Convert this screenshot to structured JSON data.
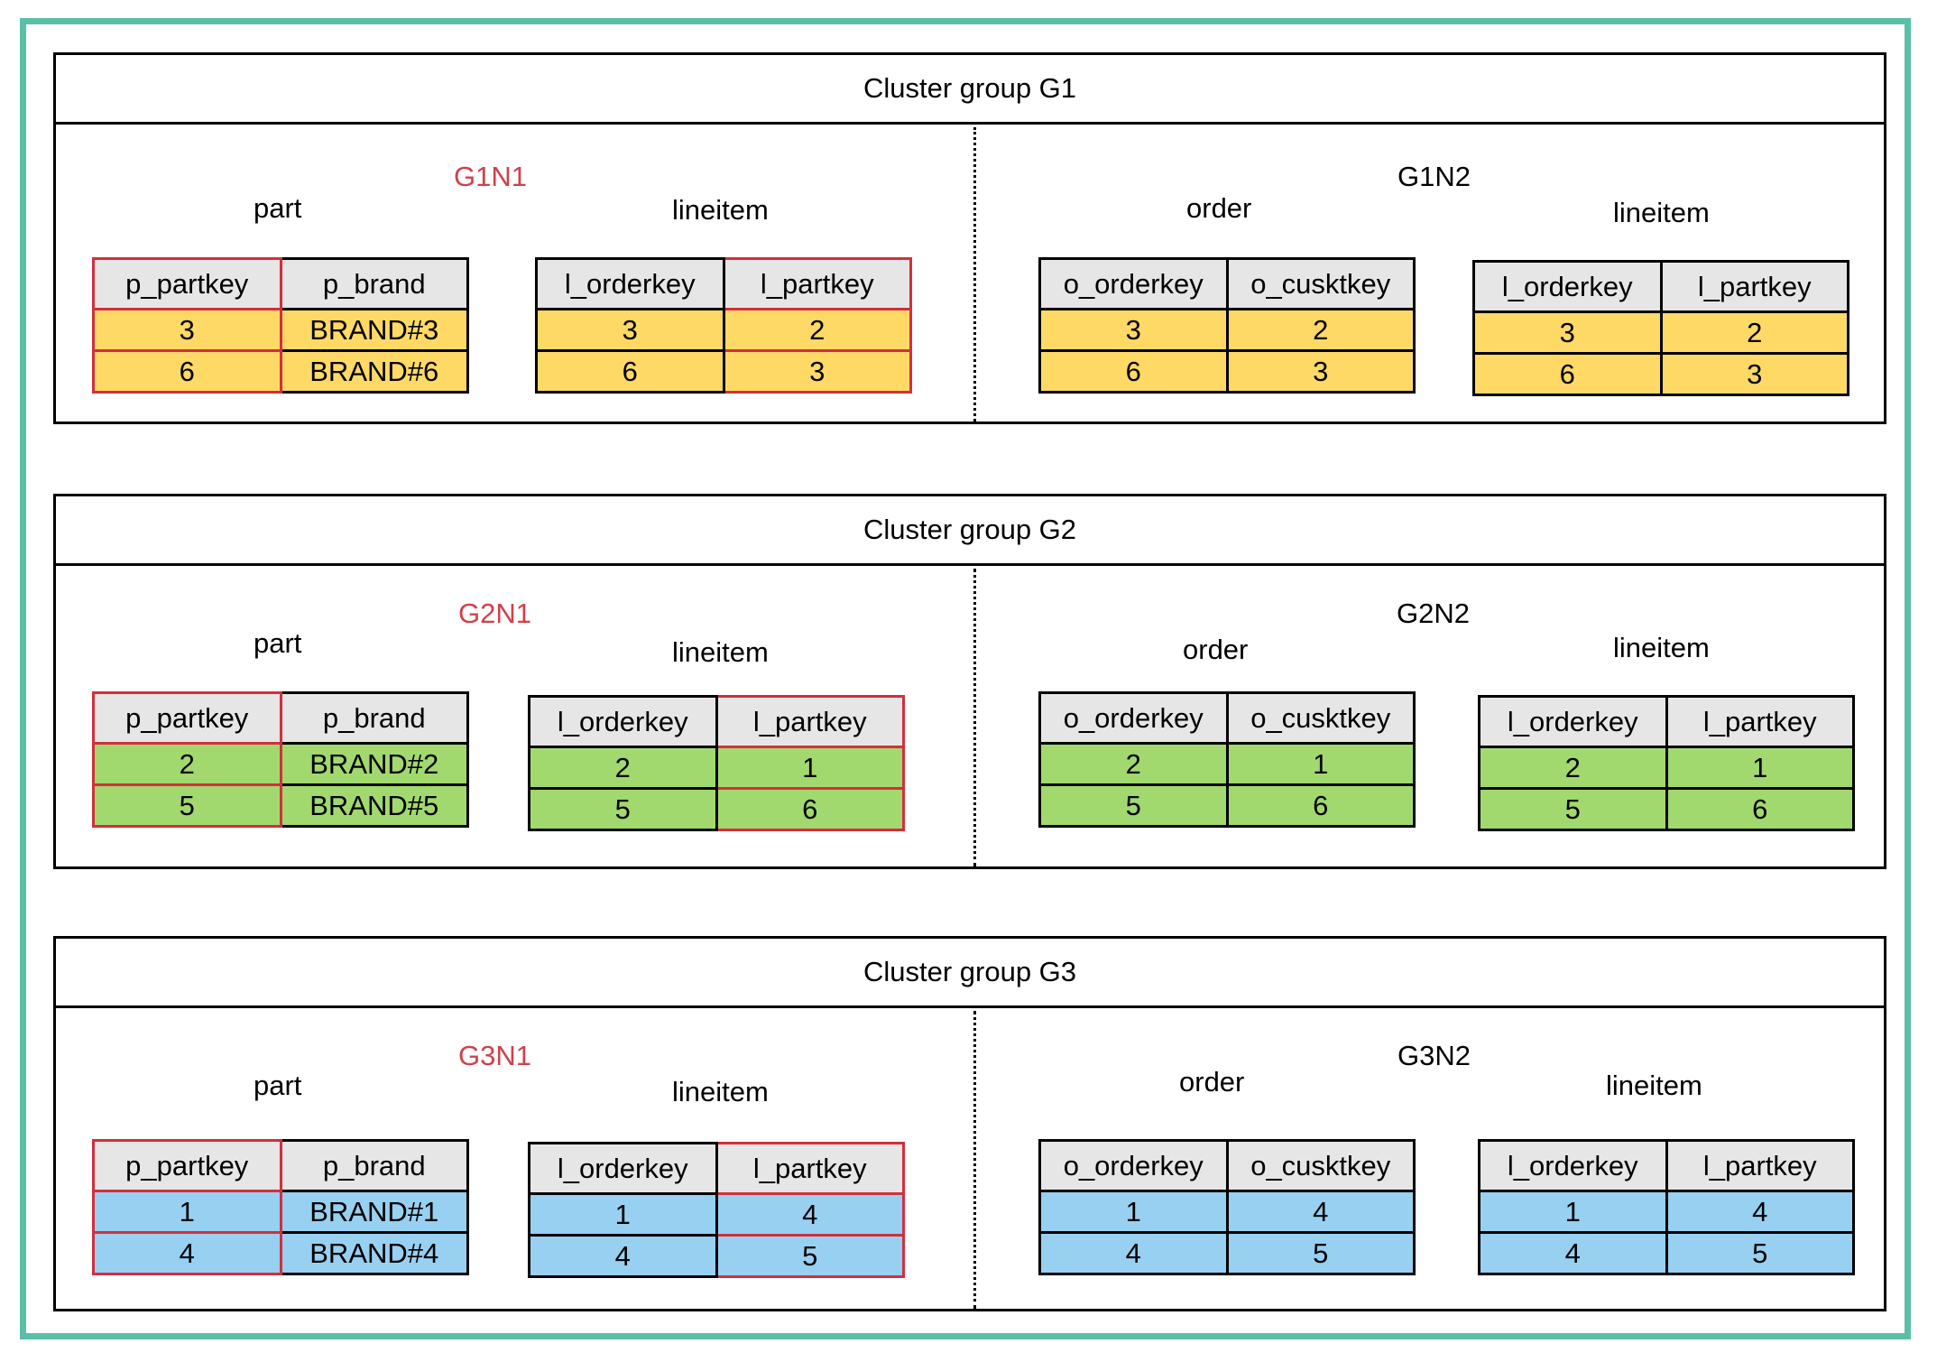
{
  "groups": [
    {
      "title": "Cluster group G1",
      "node1": {
        "name": "G1N1",
        "part": {
          "title": "part",
          "headers": [
            "p_partkey",
            "p_brand"
          ],
          "rows": [
            [
              "3",
              "BRAND#3"
            ],
            [
              "6",
              "BRAND#6"
            ]
          ]
        },
        "lineitem": {
          "title": "lineitem",
          "headers": [
            "l_orderkey",
            "l_partkey"
          ],
          "rows": [
            [
              "3",
              "2"
            ],
            [
              "6",
              "3"
            ]
          ]
        }
      },
      "node2": {
        "name": "G1N2",
        "order": {
          "title": "order",
          "headers": [
            "o_orderkey",
            "o_cusktkey"
          ],
          "rows": [
            [
              "3",
              "2"
            ],
            [
              "6",
              "3"
            ]
          ]
        },
        "lineitem": {
          "title": "lineitem",
          "headers": [
            "l_orderkey",
            "l_partkey"
          ],
          "rows": [
            [
              "3",
              "2"
            ],
            [
              "6",
              "3"
            ]
          ]
        }
      }
    },
    {
      "title": "Cluster group G2",
      "node1": {
        "name": "G2N1",
        "part": {
          "title": "part",
          "headers": [
            "p_partkey",
            "p_brand"
          ],
          "rows": [
            [
              "2",
              "BRAND#2"
            ],
            [
              "5",
              "BRAND#5"
            ]
          ]
        },
        "lineitem": {
          "title": "lineitem",
          "headers": [
            "l_orderkey",
            "l_partkey"
          ],
          "rows": [
            [
              "2",
              "1"
            ],
            [
              "5",
              "6"
            ]
          ]
        }
      },
      "node2": {
        "name": "G2N2",
        "order": {
          "title": "order",
          "headers": [
            "o_orderkey",
            "o_cusktkey"
          ],
          "rows": [
            [
              "2",
              "1"
            ],
            [
              "5",
              "6"
            ]
          ]
        },
        "lineitem": {
          "title": "lineitem",
          "headers": [
            "l_orderkey",
            "l_partkey"
          ],
          "rows": [
            [
              "2",
              "1"
            ],
            [
              "5",
              "6"
            ]
          ]
        }
      }
    },
    {
      "title": "Cluster group G3",
      "node1": {
        "name": "G3N1",
        "part": {
          "title": "part",
          "headers": [
            "p_partkey",
            "p_brand"
          ],
          "rows": [
            [
              "1",
              "BRAND#1"
            ],
            [
              "4",
              "BRAND#4"
            ]
          ]
        },
        "lineitem": {
          "title": "lineitem",
          "headers": [
            "l_orderkey",
            "l_partkey"
          ],
          "rows": [
            [
              "1",
              "4"
            ],
            [
              "4",
              "5"
            ]
          ]
        }
      },
      "node2": {
        "name": "G3N2",
        "order": {
          "title": "order",
          "headers": [
            "o_orderkey",
            "o_cusktkey"
          ],
          "rows": [
            [
              "1",
              "4"
            ],
            [
              "4",
              "5"
            ]
          ]
        },
        "lineitem": {
          "title": "lineitem",
          "headers": [
            "l_orderkey",
            "l_partkey"
          ],
          "rows": [
            [
              "1",
              "4"
            ],
            [
              "4",
              "5"
            ]
          ]
        }
      }
    }
  ],
  "colors": {
    "frame": "#5bbfa8",
    "group1_fill": "#ffd966",
    "group2_fill": "#a2d96f",
    "group3_fill": "#98d0f2",
    "partition_key_border": "#d32f3c",
    "node1_label": "#d0404a",
    "header_fill": "#e6e6e6"
  }
}
